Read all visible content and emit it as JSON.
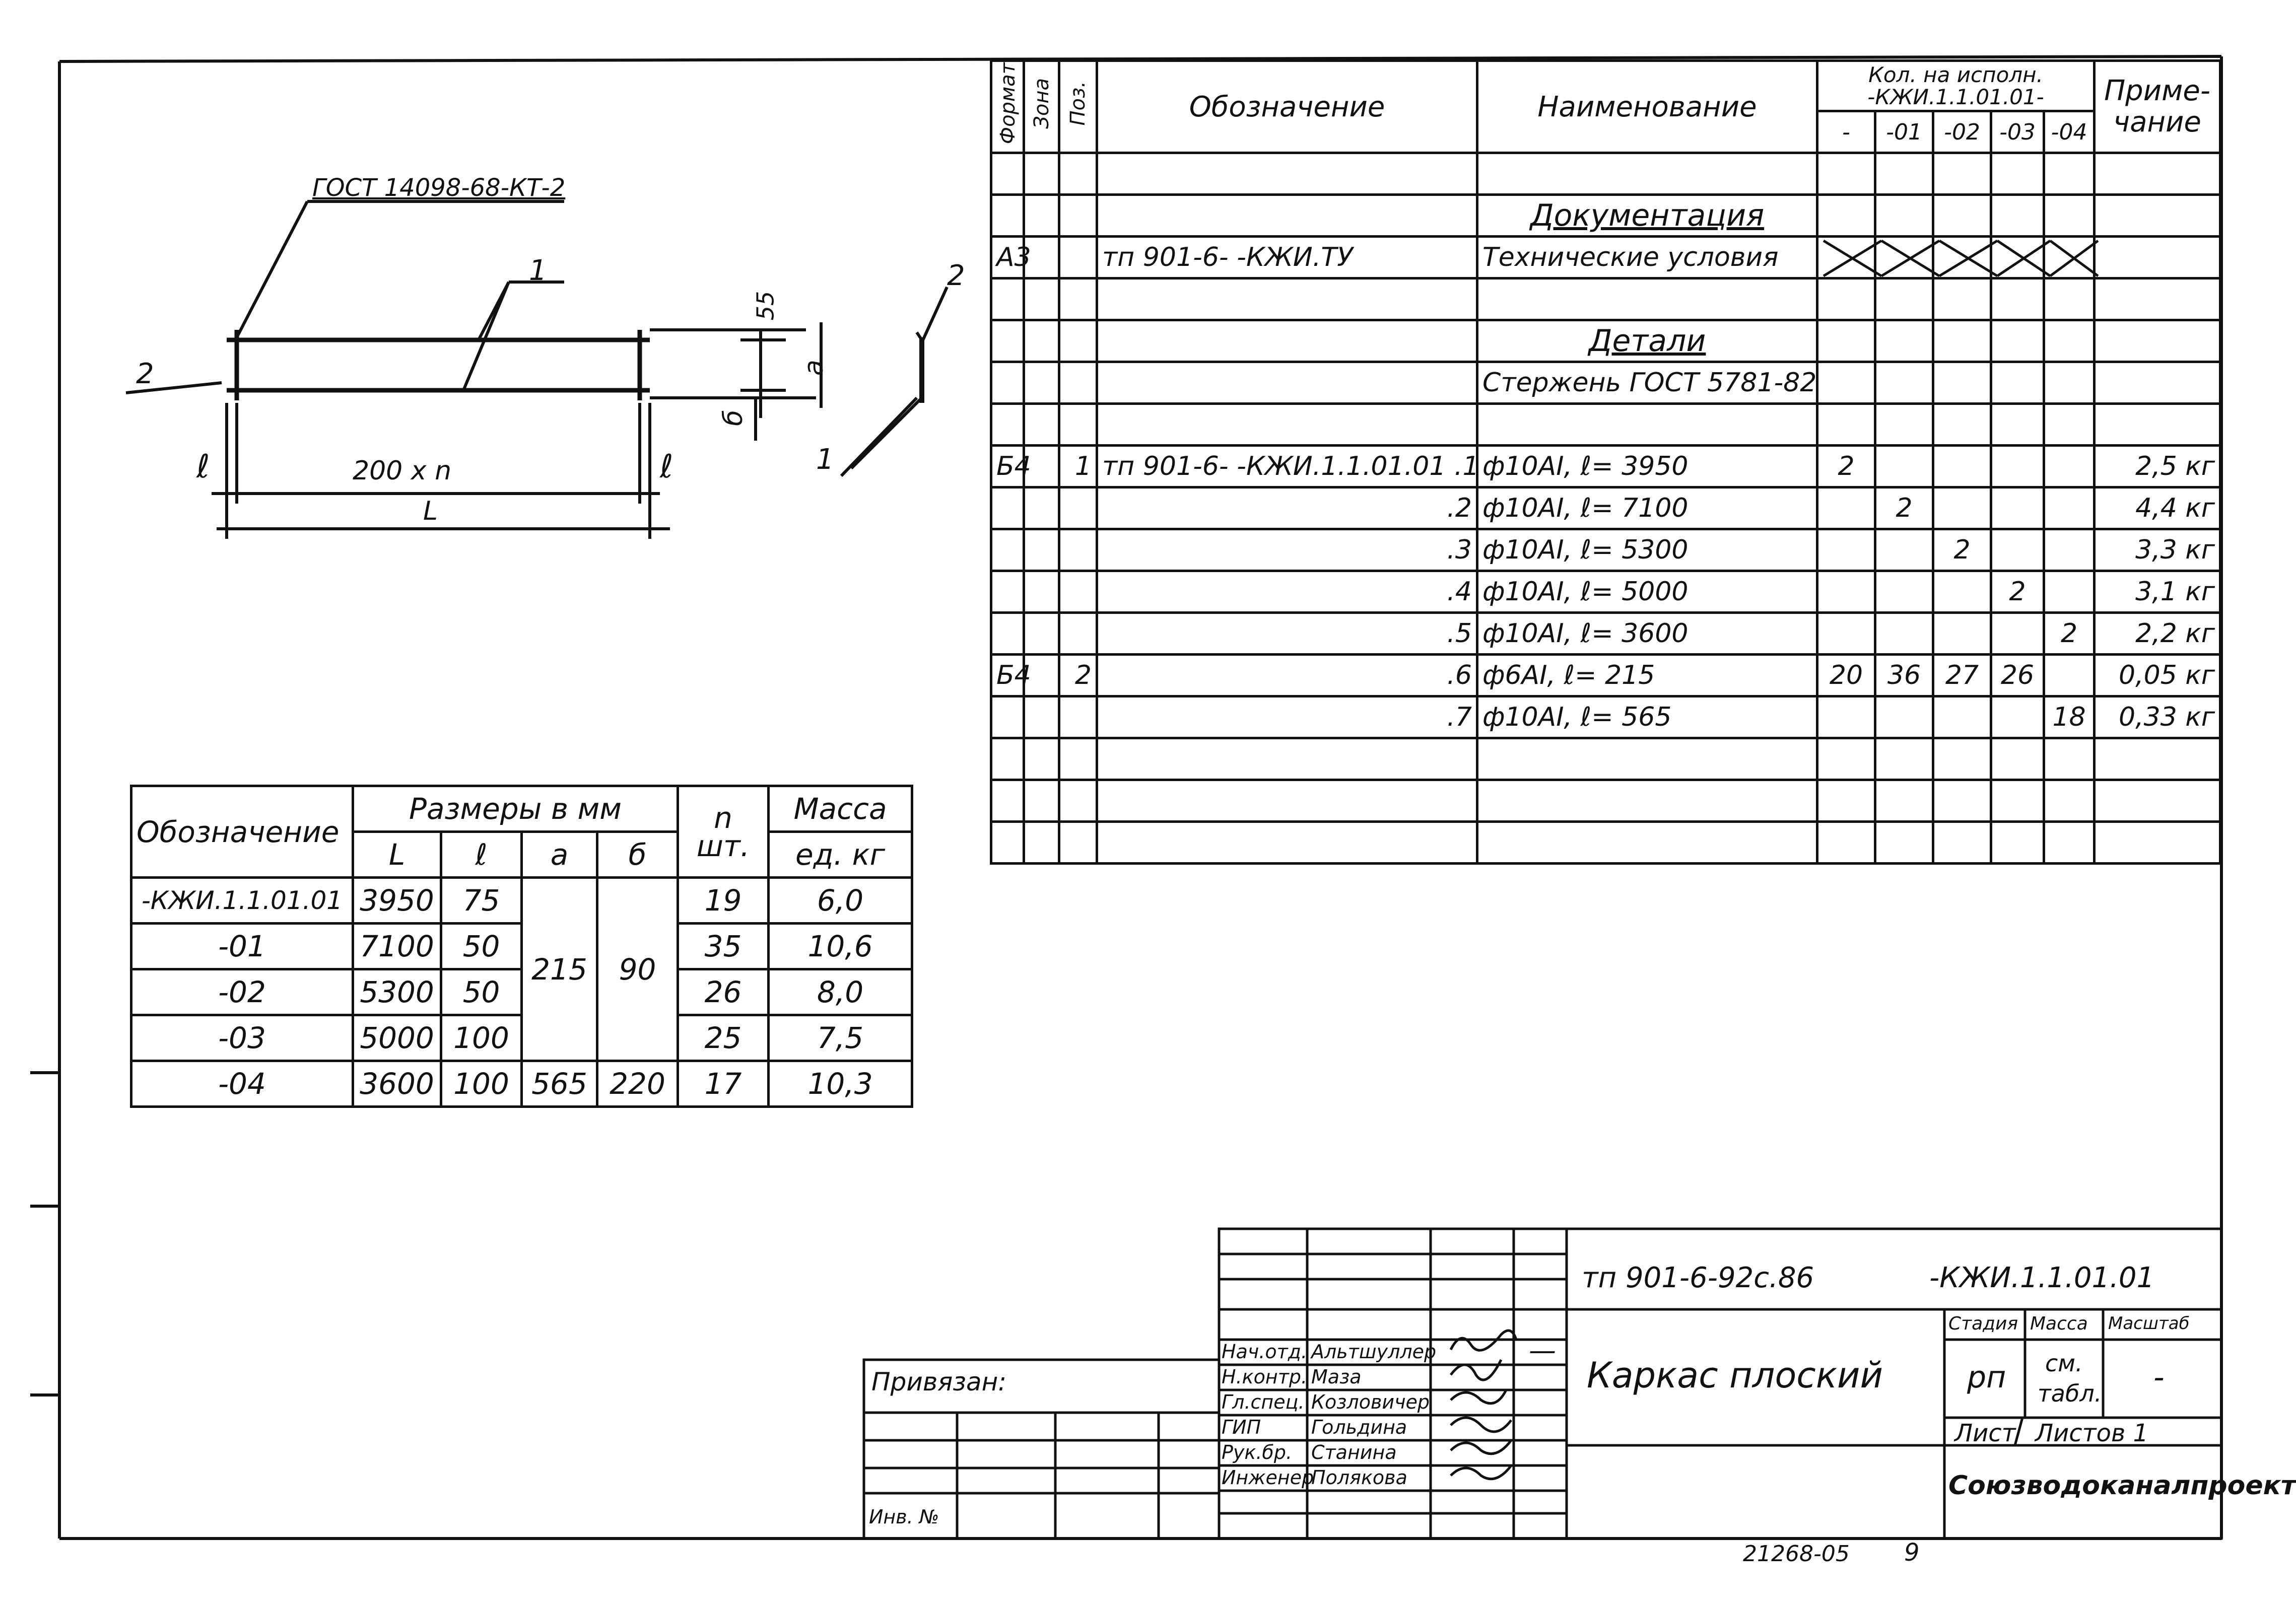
{
  "spec_header": {
    "format": "Формат",
    "zone": "Зона",
    "pos": "Поз.",
    "designation": "Обозначение",
    "name": "Наименование",
    "qty_title_line1": "Кол. на исполн.",
    "qty_title_line2": "-КЖИ.1.1.01.01-",
    "note_line1": "Приме-",
    "note_line2": "чание",
    "variants": [
      "-",
      "-01",
      "-02",
      "-03",
      "-04"
    ]
  },
  "spec_rows": [
    {
      "format": "",
      "zone": "",
      "pos": "",
      "designation": "",
      "name": "",
      "q": [
        "",
        "",
        "",
        "",
        ""
      ],
      "note": ""
    },
    {
      "format": "",
      "zone": "",
      "pos": "",
      "designation": "",
      "name": "Документация",
      "q": [
        "",
        "",
        "",
        "",
        ""
      ],
      "note": ""
    },
    {
      "format": "А3",
      "zone": "",
      "pos": "",
      "designation": "тп 901-6-          -КЖИ.ТУ",
      "name": "Технические условия",
      "q": [
        "",
        "",
        "",
        "",
        ""
      ],
      "note": ""
    },
    {
      "format": "",
      "zone": "",
      "pos": "",
      "designation": "",
      "name": "",
      "q": [
        "",
        "",
        "",
        "",
        ""
      ],
      "note": ""
    },
    {
      "format": "",
      "zone": "",
      "pos": "",
      "designation": "",
      "name": "Детали",
      "q": [
        "",
        "",
        "",
        "",
        ""
      ],
      "note": ""
    },
    {
      "format": "",
      "zone": "",
      "pos": "",
      "designation": "",
      "name": "Стержень ГОСТ 5781-82",
      "q": [
        "",
        "",
        "",
        "",
        ""
      ],
      "note": ""
    },
    {
      "format": "",
      "zone": "",
      "pos": "",
      "designation": "",
      "name": "",
      "q": [
        "",
        "",
        "",
        "",
        ""
      ],
      "note": ""
    },
    {
      "format": "Б4",
      "zone": "",
      "pos": "1",
      "designation": "тп 901-6-        -КЖИ.1.1.01.01 .1",
      "name": "ф10АI,   ℓ= 3950",
      "q": [
        "2",
        "",
        "",
        "",
        ""
      ],
      "note": "2,5 кг"
    },
    {
      "format": "",
      "zone": "",
      "pos": "",
      "designation": ".2",
      "name": "ф10АI,   ℓ= 7100",
      "q": [
        "",
        "2",
        "",
        "",
        ""
      ],
      "note": "4,4 кг"
    },
    {
      "format": "",
      "zone": "",
      "pos": "",
      "designation": ".3",
      "name": "ф10АI,   ℓ= 5300",
      "q": [
        "",
        "",
        "2",
        "",
        ""
      ],
      "note": "3,3 кг"
    },
    {
      "format": "",
      "zone": "",
      "pos": "",
      "designation": ".4",
      "name": "ф10АI,   ℓ= 5000",
      "q": [
        "",
        "",
        "",
        "2",
        ""
      ],
      "note": "3,1 кг"
    },
    {
      "format": "",
      "zone": "",
      "pos": "",
      "designation": ".5",
      "name": "ф10АI,   ℓ= 3600",
      "q": [
        "",
        "",
        "",
        "",
        "2"
      ],
      "note": "2,2 кг"
    },
    {
      "format": "Б4",
      "zone": "",
      "pos": "2",
      "designation": ".6",
      "name": "ф6АI,    ℓ= 215",
      "q": [
        "20",
        "36",
        "27",
        "26",
        ""
      ],
      "note": "0,05 кг"
    },
    {
      "format": "",
      "zone": "",
      "pos": "",
      "designation": ".7",
      "name": "ф10АI,   ℓ= 565",
      "q": [
        "",
        "",
        "",
        "",
        "18"
      ],
      "note": "0,33 кг"
    },
    {
      "format": "",
      "zone": "",
      "pos": "",
      "designation": "",
      "name": "",
      "q": [
        "",
        "",
        "",
        "",
        ""
      ],
      "note": ""
    },
    {
      "format": "",
      "zone": "",
      "pos": "",
      "designation": "",
      "name": "",
      "q": [
        "",
        "",
        "",
        "",
        ""
      ],
      "note": ""
    },
    {
      "format": "",
      "zone": "",
      "pos": "",
      "designation": "",
      "name": "",
      "q": [
        "",
        "",
        "",
        "",
        ""
      ],
      "note": ""
    }
  ],
  "drawing": {
    "gost_label": "ГОСТ 14098-68-КТ-2",
    "callout_1": "1",
    "callout_2": "2",
    "dim_200n": "200 х n",
    "dim_L": "L",
    "dim_l": "ℓ",
    "dim_55": "55",
    "dim_a": "а",
    "dim_b": "б"
  },
  "dims_table": {
    "h_designation": "Обозначение",
    "h_sizes": "Размеры  в  мм",
    "h_L": "L",
    "h_l": "ℓ",
    "h_a": "а",
    "h_b": "б",
    "h_n": "n",
    "h_pcs": "шт.",
    "h_mass1": "Масса",
    "h_mass2": "ед. кг",
    "rows": [
      {
        "des": "-КЖИ.1.1.01.01",
        "L": "3950",
        "l": "75",
        "n": "19",
        "m": "6,0"
      },
      {
        "des": "-01",
        "L": "7100",
        "l": "50",
        "n": "35",
        "m": "10,6"
      },
      {
        "des": "-02",
        "L": "5300",
        "l": "50",
        "n": "26",
        "m": "8,0"
      },
      {
        "des": "-03",
        "L": "5000",
        "l": "100",
        "n": "25",
        "m": "7,5"
      },
      {
        "des": "-04",
        "L": "3600",
        "l": "100",
        "n": "17",
        "m": "10,3"
      }
    ],
    "a_merged": "215",
    "b_merged": "90",
    "a_last": "565",
    "b_last": "220"
  },
  "stamp": {
    "project": "тп 901-6-92с.86",
    "code": "-КЖИ.1.1.01.01",
    "title": "Каркас   плоский",
    "stage_h": "Стадия",
    "mass_h": "Масса",
    "scale_h": "Масштаб",
    "stage": "рп",
    "mass_line1": "см.",
    "mass_line2": "табл.",
    "scale": "-",
    "sheet": "Лист",
    "sheets": "Листов 1",
    "org": "Союзводоканалпроект",
    "bound": "Привязан:",
    "inv": "Инв. №",
    "dash": "—",
    "people": [
      {
        "role": "Нач.отд.",
        "name": "Альтшуллер"
      },
      {
        "role": "Н.контр.",
        "name": "Маза"
      },
      {
        "role": "Гл.спец.",
        "name": "Козловичер"
      },
      {
        "role": "ГИП",
        "name": "Гольдина"
      },
      {
        "role": "Рук.бр.",
        "name": "Станина"
      },
      {
        "role": "Инженер",
        "name": "Полякова"
      }
    ]
  },
  "footer_code": "21268-05",
  "footer_page": "9"
}
